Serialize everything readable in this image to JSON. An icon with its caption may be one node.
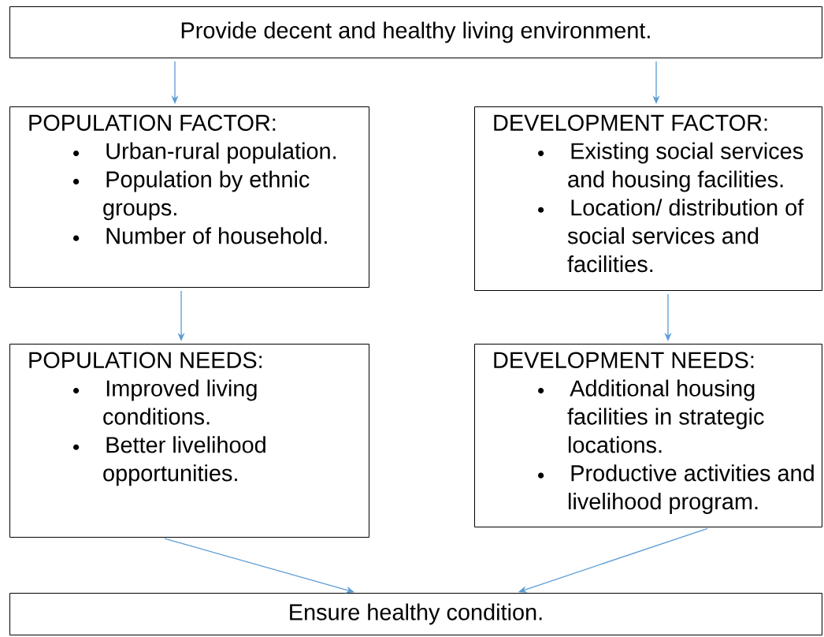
{
  "diagram": {
    "nodes": [
      {
        "text": [
          "Provide decent and healthy living environment."
        ]
      },
      {
        "text": [
          "POPULATION FACTOR:",
          "Urban-rural population.",
          "Population by ethnic groups.",
          "Number of household."
        ]
      },
      {
        "text": [
          "DEVELOPMENT FACTOR:",
          "Existing social services and housing facilities.",
          "Location/ distribution of social services and facilities."
        ]
      },
      {
        "text": [
          "POPULATION NEEDS:",
          "Improved living conditions.",
          "Better livelihood opportunities."
        ]
      },
      {
        "text": [
          "DEVELOPMENT NEEDS:",
          "Additional housing facilities in strategic locations.",
          "Productive activities and livelihood program."
        ]
      },
      {
        "text": [
          "Ensure healthy condition."
        ]
      }
    ],
    "edges": [
      {
        "from": 0,
        "to": 1,
        "arrow": "to"
      },
      {
        "from": 0,
        "to": 2,
        "arrow": "to"
      },
      {
        "from": 1,
        "to": 3,
        "arrow": "to"
      },
      {
        "from": 2,
        "to": 4,
        "arrow": "to"
      },
      {
        "from": 3,
        "to": 5,
        "arrow": "to"
      },
      {
        "from": 4,
        "to": 5,
        "arrow": "to"
      }
    ]
  }
}
